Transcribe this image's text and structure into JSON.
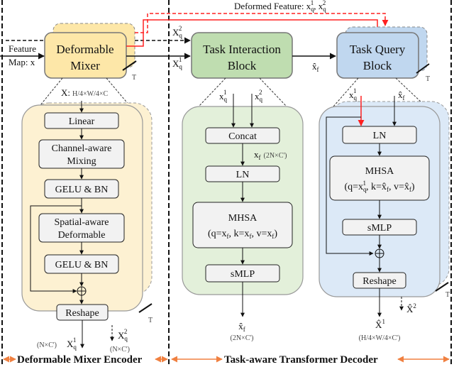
{
  "colors": {
    "mixer_fill": "#fde7a8",
    "mixer_panel": "#fdf1d2",
    "tib_fill": "#bfddb0",
    "tib_panel": "#e3f0da",
    "tqb_fill": "#c0d7ef",
    "tqb_panel": "#dce9f7",
    "op_fill": "#f2f2f2",
    "red": "#ff2020",
    "orange": "#f08040"
  },
  "top": {
    "feature_input": "Feature",
    "feature_input2": "Map: x",
    "deformable_mixer": [
      "Deformable",
      "Mixer"
    ],
    "task_interaction_block": [
      "Task Interaction",
      "Block"
    ],
    "task_query_block": [
      "Task Query",
      "Block"
    ],
    "deformed_feature_label": "Deformed Feature: x",
    "repeat_label": "T",
    "xq2_label": "X",
    "xq1_label": "X",
    "xf_hat_label": "x̂"
  },
  "encoder": {
    "input_label": "X:",
    "input_dims": "H/4×W/4×C",
    "ops": [
      "Linear",
      "Channel-aware",
      "Mixing",
      "GELU & BN",
      "Spatial-aware",
      "Deformable",
      "GELU & BN",
      "Reshape"
    ],
    "out1": "X",
    "out1_dims": "(N×C')",
    "out2": "X",
    "out2_dims": "(N×C')",
    "section_title": "Deformable Mixer Encoder"
  },
  "tib": {
    "in1": "x",
    "in2": "x",
    "ops": [
      "Concat",
      "LN",
      "MHSA",
      "(q=x",
      "sMLP"
    ],
    "xf_label": "x",
    "xf_dims": "(2N×C')",
    "mhsa_args": "(q=x",
    "out": "x̂",
    "out_dims": "(2N×C')"
  },
  "tqb": {
    "in1": "x",
    "in2": "x̂",
    "ops": [
      "LN",
      "MHSA",
      "sMLP",
      "Reshape"
    ],
    "mhsa_args": "(q=x",
    "out1": "X̂",
    "out1_dims": "(H/4×W/4×C')",
    "out2": "X̂",
    "section_title": "Task-aware Transformer Decoder"
  },
  "sub": {
    "q": "q",
    "f": "f",
    "one": "1",
    "two": "2"
  }
}
